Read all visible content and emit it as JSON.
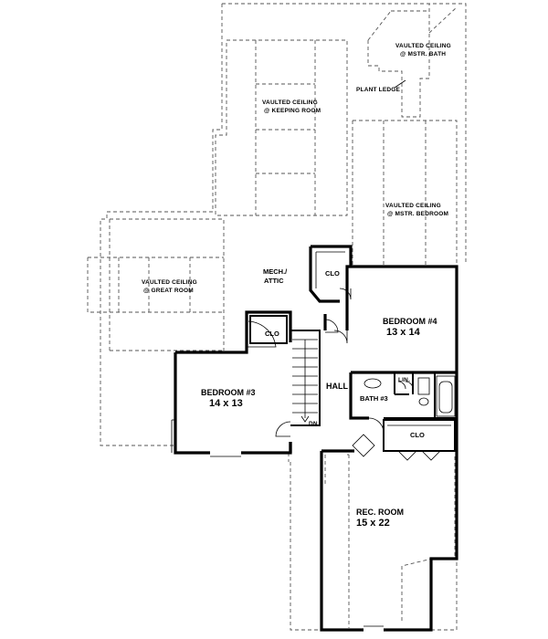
{
  "rooms": {
    "bedroom3": {
      "name": "BEDROOM #3",
      "size": "14 x 13"
    },
    "bedroom4": {
      "name": "BEDROOM #4",
      "size": "13 x 14"
    },
    "rec_room": {
      "name": "REC. ROOM",
      "size": "15 x 22"
    },
    "hall": "HALL",
    "bath3": "BATH #3",
    "lin": "LIN.",
    "clo_bed4": "CLO",
    "clo_bed3": "CLO",
    "clo_rec": "CLO",
    "mech_line1": "MECH./",
    "mech_line2": "ATTIC",
    "stair_dn": "DN"
  },
  "vaulted": {
    "mstr_bath": {
      "line1": "VAULTED CEILING",
      "line2": "@ MSTR. BATH"
    },
    "keeping_room": {
      "line1": "VAULTED CEILING",
      "line2": "@ KEEPING ROOM"
    },
    "mstr_bedroom": {
      "line1": "VAULTED CEILING",
      "line2": "@ MSTR. BEDROOM"
    },
    "great_room": {
      "line1": "VAULTED CEILING",
      "line2": "@ GREAT ROOM"
    }
  },
  "plant_ledge": "PLANT LEDGE"
}
